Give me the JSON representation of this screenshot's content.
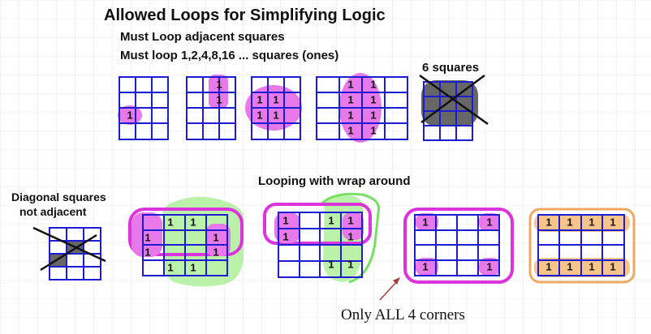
{
  "title": "Allowed Loops for Simplifying Logic",
  "rule_adjacent": "Must Loop adjacent squares",
  "rule_powers": "Must loop 1,2,4,8,16 ... squares (ones)",
  "six_squares_label": "6 squares",
  "wrap_label": "Looping with wrap around",
  "diagonal_label_line1": "Diagonal squares",
  "diagonal_label_line2": "not adjacent",
  "corners_note": "Only ALL 4 corners",
  "cell_value": "1",
  "colors": {
    "grid": "#1c1cd4",
    "magenta_fill": "#e879ea",
    "magenta_stroke": "#dd33dd",
    "green_fill": "#aef09a",
    "green_stroke": "#78e060",
    "orange_fill": "#f8c48a",
    "orange_stroke": "#f0a862",
    "gray_fill": "#666666",
    "arrow": "#a33b3b"
  }
}
